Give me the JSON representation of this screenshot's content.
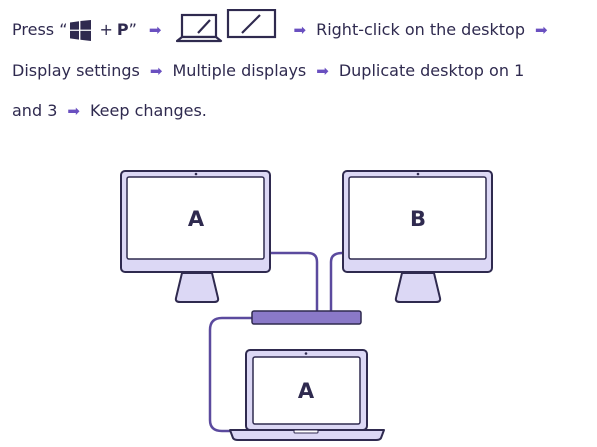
{
  "instructions": {
    "press": "Press “",
    "plus": "+",
    "p_key": "P",
    "quote_close": "”",
    "step_rightclick": "Right-click on the desktop",
    "step_display_settings": "Display settings",
    "step_multiple": "Multiple displays",
    "step_duplicate_a": "Duplicate desktop on 1",
    "step_duplicate_b": "and 3",
    "step_keep": "Keep changes.",
    "arrow": "➡"
  },
  "diagram": {
    "monitor_left_label": "A",
    "monitor_right_label": "B",
    "laptop_label": "A"
  },
  "colors": {
    "outline": "#2f2a4f",
    "fill": "#dcd8f5",
    "dock": "#8a79c8",
    "cable": "#5b4a9e",
    "accent": "#6a50c0"
  }
}
